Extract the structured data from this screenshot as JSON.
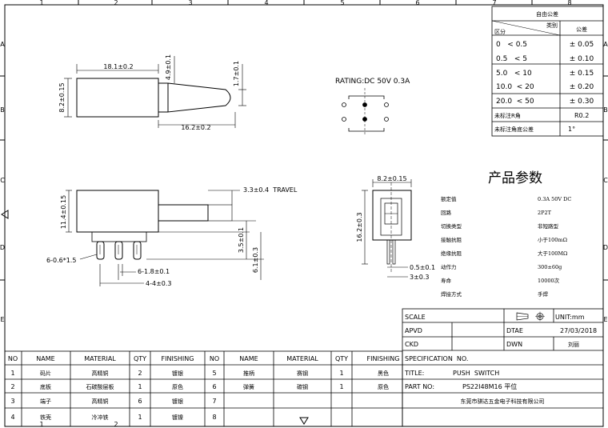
{
  "frame": {
    "col_marks": [
      "1",
      "2",
      "3",
      "4",
      "5",
      "6",
      "7",
      "8"
    ],
    "row_marks": [
      "A",
      "B",
      "C",
      "D",
      "E"
    ]
  },
  "top_view": {
    "dim_length": "18.1±0.2",
    "dim_height": "8.2±0.15",
    "dim_offset": "4.9±0.1",
    "dim_lever": "16.2±0.2",
    "dim_lever_h": "1.7±0.1"
  },
  "rating": "RATING:DC  50V  0.3A",
  "side_view": {
    "dim_travel": "3.3±0.4  TRAVEL",
    "dim_height": "11.4±0.15",
    "dim_pin_len": "3.5±0.1",
    "dim_pin_total": "6.1±0.3",
    "dim_hole": "6-0.6*1.5",
    "dim_pin_w": "6-1.8±0.1",
    "dim_pitch": "4-4±0.3"
  },
  "end_view": {
    "dim_width": "8.2±0.15",
    "dim_height": "16.2±0.3",
    "dim_thick": "0.5±0.1",
    "dim_space": "3±0.3"
  },
  "tolerance_table": {
    "title": "自由公差",
    "col_header": "类别",
    "row_header": "区分",
    "tol_header": "公差",
    "rows": [
      {
        "range": "0   < 0.5",
        "tol": "± 0.05"
      },
      {
        "range": "0.5   < 5",
        "tol": "± 0.10"
      },
      {
        "range": "5.0   < 10",
        "tol": "± 0.15"
      },
      {
        "range": "10.0  < 20",
        "tol": "± 0.20"
      },
      {
        "range": "20.0  < 50",
        "tol": "± 0.30"
      }
    ],
    "radius_label": "未标注R角",
    "radius_value": "R0.2",
    "angle_label": "未标注角底公差",
    "angle_value": "1°"
  },
  "params": {
    "title": "产品参数",
    "rows": [
      {
        "label": "额定值",
        "value": "0.3A  50V  DC"
      },
      {
        "label": "回路",
        "value": "2P2T"
      },
      {
        "label": "切换类型",
        "value": "非短路型"
      },
      {
        "label": "接触抗阻",
        "value": "小于100mΩ"
      },
      {
        "label": "绝缘抗阻",
        "value": "大于100MΩ"
      },
      {
        "label": "动作力",
        "value": "300±60g"
      },
      {
        "label": "寿命",
        "value": "10000次"
      },
      {
        "label": "焊接方式",
        "value": "手焊"
      }
    ]
  },
  "title_block": {
    "scale_label": "SCALE",
    "unit": "UNIT:mm",
    "apvd_label": "APVD",
    "date_label": "DTAE",
    "date_value": "27/03/2018",
    "ckd_label": "CKD",
    "dwn_label": "DWN",
    "dwn_value": "刘丽",
    "spec_label": "SPECIFICATION  NO.",
    "title_label": "TITLE:",
    "title_value": "PUSH  SWITCH",
    "part_label": "PART NO:",
    "part_value": "PS22I48M16  平位",
    "company": "东莞市骐达五金电子科技有限公司"
  },
  "bom": {
    "headers": [
      "NO",
      "NAME",
      "MATERIAL",
      "QTY",
      "FINISHING",
      "NO",
      "NAME",
      "MATERIAL",
      "QTY",
      "FINISHING"
    ],
    "rows": [
      [
        "1",
        "码片",
        "高精铜",
        "2",
        "镀银",
        "5",
        "推柄",
        "赛钢",
        "1",
        "黑色"
      ],
      [
        "2",
        "底板",
        "石碳酸层板",
        "1",
        "原色",
        "6",
        "弹簧",
        "碳钢",
        "1",
        "原色"
      ],
      [
        "3",
        "端子",
        "高精铜",
        "6",
        "镀银",
        "7",
        "",
        "",
        "",
        ""
      ],
      [
        "4",
        "铁壳",
        "冷冲铁",
        "1",
        "镀镍",
        "8",
        "",
        "",
        "",
        ""
      ]
    ]
  }
}
